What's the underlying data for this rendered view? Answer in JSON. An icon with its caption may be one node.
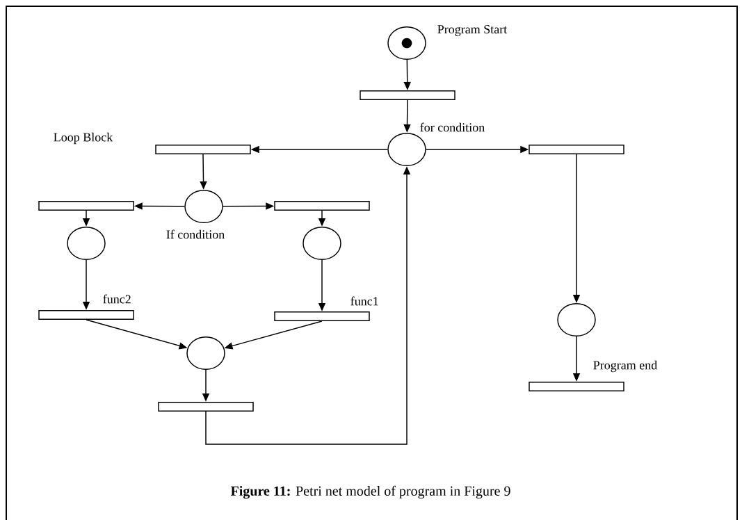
{
  "diagram": {
    "caption": "**Figure 11:** Petri net model of program in Figure 9",
    "nodes": [
      {
        "text": [],
        "shape": "circle",
        "beside": [
          "Program Start"
        ]
      },
      {
        "text": [],
        "shape": "bar"
      },
      {
        "text": [],
        "shape": "circle",
        "beside": [
          "for  condition"
        ]
      },
      {
        "text": [],
        "shape": "bar",
        "beside": [
          "Loop Block"
        ]
      },
      {
        "text": [],
        "shape": "bar"
      },
      {
        "text": [],
        "shape": "circle",
        "beside": [
          "If condition"
        ]
      },
      {
        "text": [],
        "shape": "bar"
      },
      {
        "text": [],
        "shape": "bar"
      },
      {
        "text": [],
        "shape": "circle"
      },
      {
        "text": [],
        "shape": "circle"
      },
      {
        "text": [],
        "shape": "bar",
        "beside": [
          "func2"
        ]
      },
      {
        "text": [],
        "shape": "bar",
        "beside": [
          "func1"
        ]
      },
      {
        "text": [],
        "shape": "circle"
      },
      {
        "text": [],
        "shape": "bar"
      },
      {
        "text": [],
        "shape": "circle"
      },
      {
        "text": [],
        "shape": "bar",
        "beside": [
          "Program end"
        ]
      }
    ],
    "edges": [
      {
        "from": 0,
        "to": 1,
        "arrow": "to"
      },
      {
        "from": 1,
        "to": 2,
        "arrow": "to"
      },
      {
        "from": 2,
        "to": 3,
        "arrow": "to"
      },
      {
        "from": 2,
        "to": 4,
        "arrow": "to"
      },
      {
        "from": 3,
        "to": 5,
        "arrow": "to"
      },
      {
        "from": 5,
        "to": 6,
        "arrow": "to"
      },
      {
        "from": 5,
        "to": 7,
        "arrow": "to"
      },
      {
        "from": 6,
        "to": 8,
        "arrow": "to"
      },
      {
        "from": 7,
        "to": 9,
        "arrow": "to"
      },
      {
        "from": 8,
        "to": 10,
        "arrow": "to"
      },
      {
        "from": 9,
        "to": 11,
        "arrow": "to"
      },
      {
        "from": 10,
        "to": 12,
        "arrow": "to"
      },
      {
        "from": 11,
        "to": 12,
        "arrow": "to"
      },
      {
        "from": 12,
        "to": 13,
        "arrow": "to"
      },
      {
        "from": 13,
        "to": 2,
        "arrow": "to"
      },
      {
        "from": 4,
        "to": 14,
        "arrow": "to"
      },
      {
        "from": 14,
        "to": 15,
        "arrow": "to"
      }
    ]
  }
}
